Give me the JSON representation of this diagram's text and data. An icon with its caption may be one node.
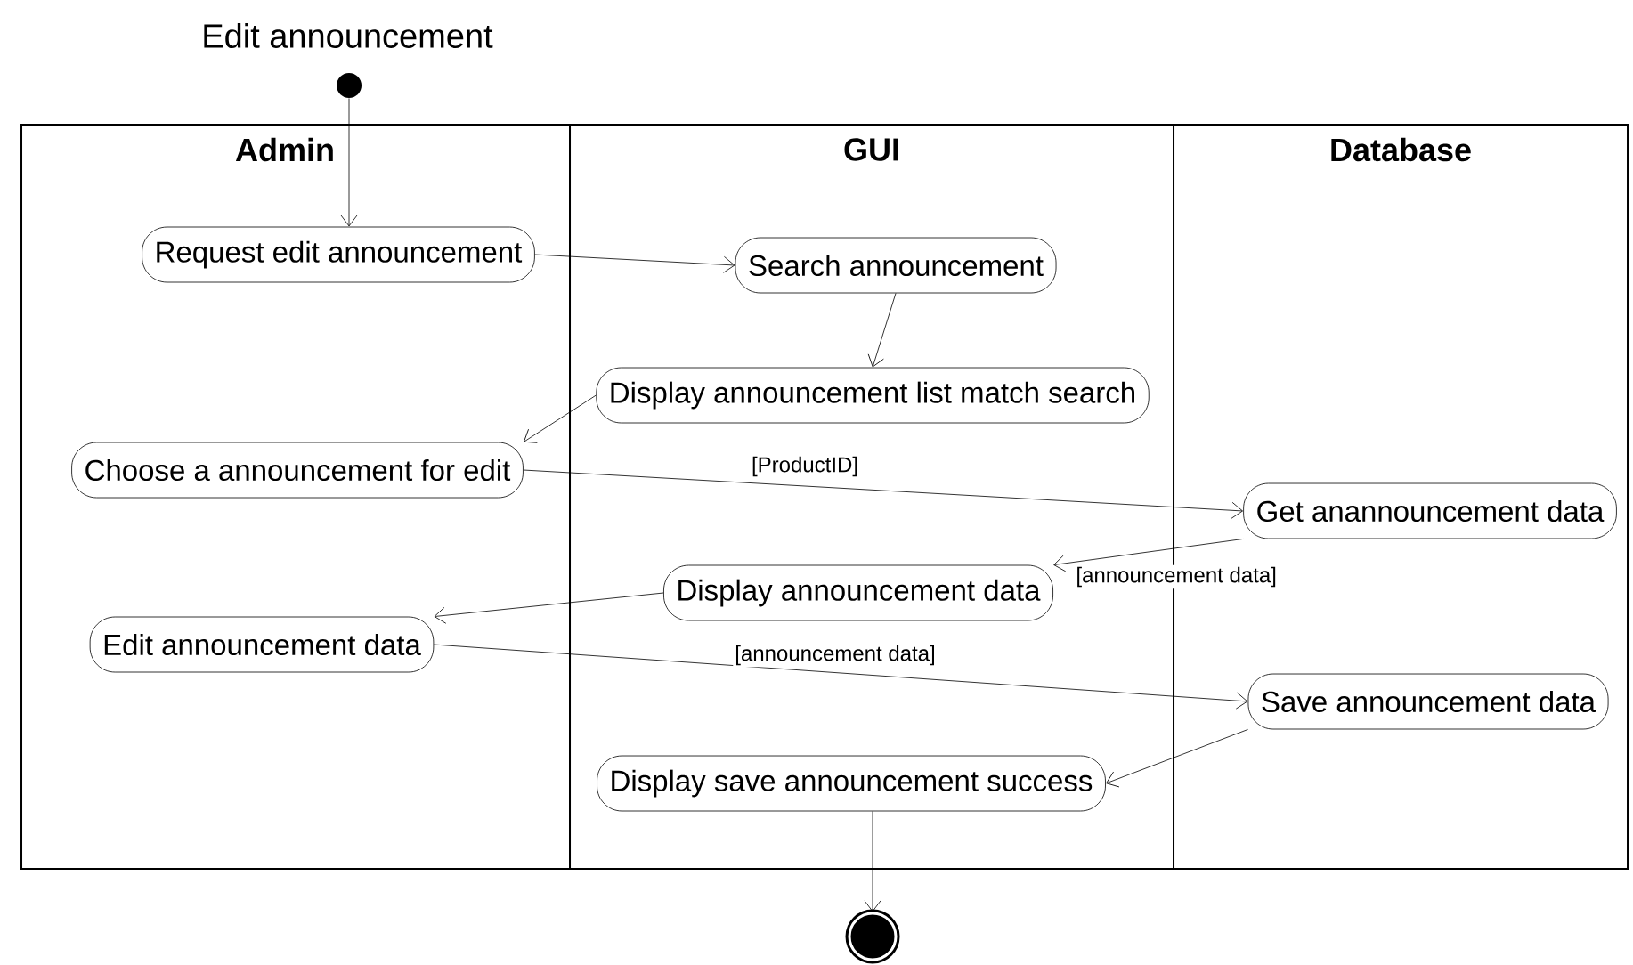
{
  "diagram": {
    "title": "Edit announcement",
    "nodes": [
      {
        "text": [
          "Admin"
        ]
      },
      {
        "text": [
          "GUI"
        ]
      },
      {
        "text": [
          "Database"
        ]
      },
      {
        "text": [],
        "shape": "circle"
      },
      {
        "text": [
          "Request edit announcement"
        ],
        "in": 0
      },
      {
        "text": [
          "Search announcement"
        ],
        "in": 1
      },
      {
        "text": [
          "Display announcement list match search"
        ],
        "in": 1
      },
      {
        "text": [
          "Choose a announcement for edit"
        ],
        "in": 0
      },
      {
        "text": [
          "Get anannouncement data"
        ],
        "in": 2
      },
      {
        "text": [
          "Display announcement data"
        ],
        "in": 1
      },
      {
        "text": [
          "Edit announcement data"
        ],
        "in": 0
      },
      {
        "text": [
          "Save announcement data"
        ],
        "in": 2
      },
      {
        "text": [
          "Display save announcement success"
        ],
        "in": 1
      },
      {
        "text": [],
        "shape": "circle"
      }
    ],
    "edges": [
      {
        "from": 3,
        "to": 4,
        "arrow": "to"
      },
      {
        "from": 4,
        "to": 5,
        "arrow": "to"
      },
      {
        "from": 5,
        "to": 6,
        "arrow": "to"
      },
      {
        "from": 6,
        "to": 7,
        "arrow": "to"
      },
      {
        "from": 7,
        "to": 8,
        "arrow": "to",
        "label": "[ProductID]"
      },
      {
        "from": 8,
        "to": 9,
        "arrow": "to",
        "label": "[announcement data]"
      },
      {
        "from": 9,
        "to": 10,
        "arrow": "to"
      },
      {
        "from": 10,
        "to": 11,
        "arrow": "to",
        "label": "[announcement data]"
      },
      {
        "from": 11,
        "to": 12,
        "arrow": "to"
      },
      {
        "from": 12,
        "to": 13,
        "arrow": "to"
      }
    ]
  }
}
